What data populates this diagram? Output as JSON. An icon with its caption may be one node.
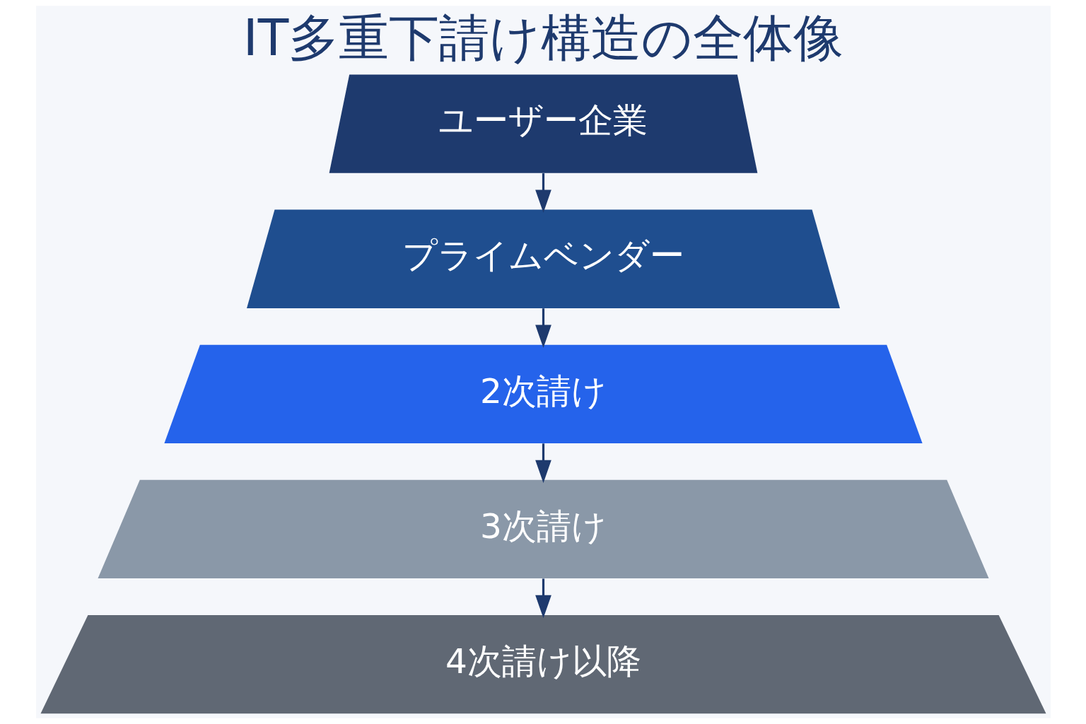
{
  "diagram": {
    "title": "IT多重下請け構造の全体像",
    "nodes": [
      {
        "text": [
          "ユーザー企業"
        ]
      },
      {
        "text": [
          "プライムベンダー"
        ]
      },
      {
        "text": [
          "2次請け"
        ]
      },
      {
        "text": [
          "3次請け"
        ]
      },
      {
        "text": [
          "4次請け以降"
        ]
      }
    ],
    "edges": [
      {
        "from": 0,
        "to": 1,
        "arrow": "to"
      },
      {
        "from": 1,
        "to": 2,
        "arrow": "to"
      },
      {
        "from": 2,
        "to": 3,
        "arrow": "to"
      },
      {
        "from": 3,
        "to": 4,
        "arrow": "to"
      }
    ]
  }
}
